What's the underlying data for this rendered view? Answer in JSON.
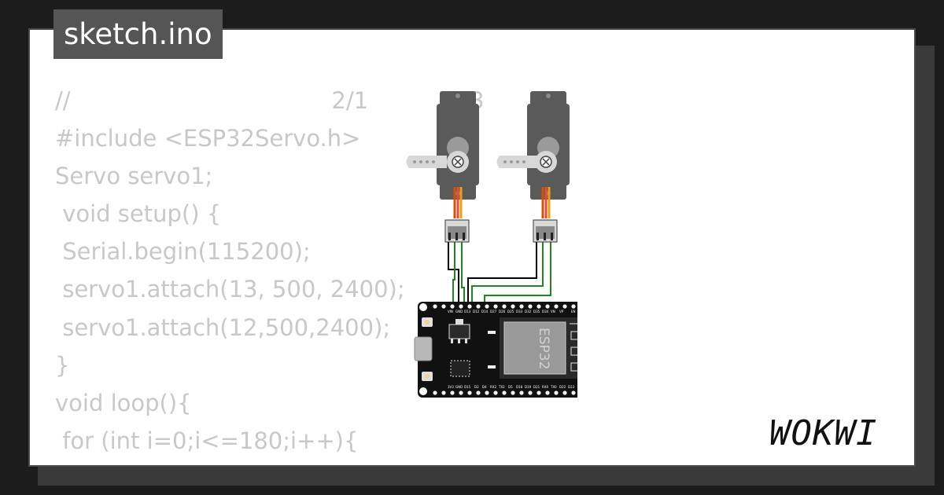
{
  "title": "sketch.ino",
  "brand": "WOKWI",
  "code_lines": [
    "//                                    2/1              3",
    "#include <ESP32Servo.h>",
    "Servo servo1;",
    " void setup() {",
    " Serial.begin(115200);",
    " servo1.attach(13, 500, 2400);",
    " servo1.attach(12,500,2400);",
    "}",
    "void loop(){",
    " for (int i=0;i<=180;i++){",
    " "
  ],
  "board": {
    "label": "ESP32",
    "top_pins": [
      "VIN",
      "GND",
      "D13",
      "D12",
      "D14",
      "D27",
      "D26",
      "D25",
      "D33",
      "D32",
      "D35",
      "D34",
      "VN",
      "VP",
      "EN"
    ],
    "bottom_pins": [
      "3V3",
      "GND",
      "D15",
      "D2",
      "D4",
      "RX2",
      "TX2",
      "D5",
      "D18",
      "D19",
      "D21",
      "RX0",
      "TX0",
      "D22",
      "D23"
    ]
  },
  "colors": {
    "background": "#1c1c1c",
    "card": "#ffffff",
    "code_text": "#c8c8c8",
    "title_bg": "#555555",
    "servo_body": "#5a5a5a",
    "wire_black": "#000000",
    "wire_green": "#1a8a1a"
  },
  "icons": [
    "servo-motor-icon",
    "esp32-board-icon",
    "wokwi-logo"
  ]
}
